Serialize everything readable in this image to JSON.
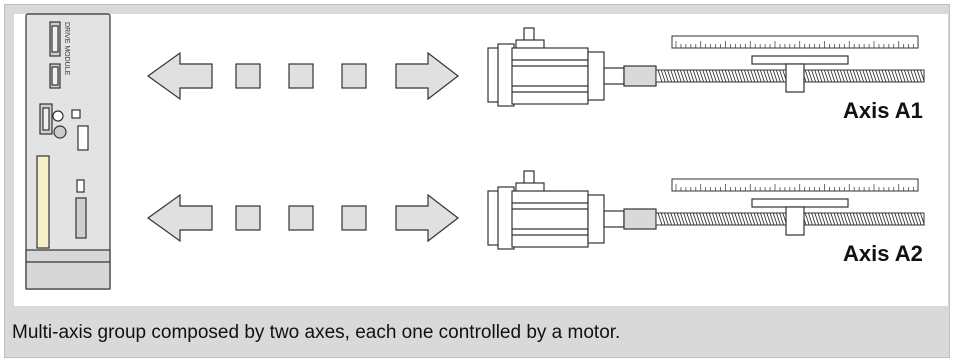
{
  "drive_module": {
    "label": "DRIVE MODULE"
  },
  "axes": [
    {
      "name": "Axis A1"
    },
    {
      "name": "Axis A2"
    }
  ],
  "caption": "Multi-axis group composed by two axes, each one controlled by a motor.",
  "colors": {
    "background": "#d9d9d9",
    "panel": "#ffffff",
    "arrow_fill": "#e0e0e0",
    "stroke": "#333333",
    "card_slot": "#f4efc6"
  }
}
